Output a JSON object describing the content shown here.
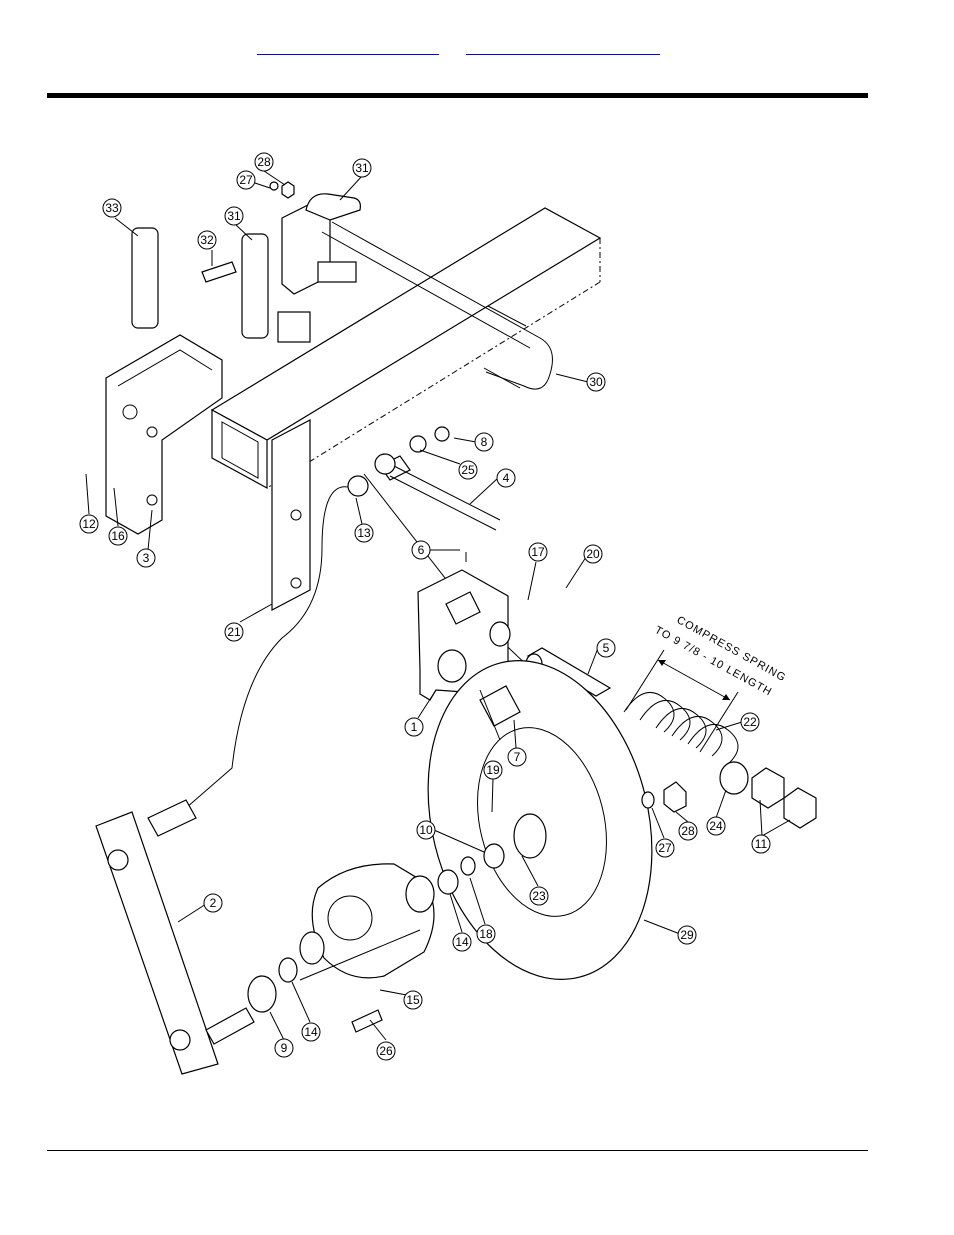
{
  "header": {
    "links": [
      "",
      ""
    ]
  },
  "diagram": {
    "note": {
      "line1": "COMPRESS SPRING",
      "line2": "TO 9 7/8 - 10 LENGTH"
    },
    "callouts": [
      "28",
      "27",
      "31",
      "33",
      "32",
      "31",
      "30",
      "8",
      "25",
      "4",
      "12",
      "16",
      "3",
      "13",
      "6",
      "17",
      "20",
      "21",
      "5",
      "22",
      "1",
      "7",
      "19",
      "10",
      "23",
      "27",
      "28",
      "24",
      "11",
      "2",
      "14",
      "18",
      "29",
      "15",
      "9",
      "14",
      "26"
    ]
  }
}
